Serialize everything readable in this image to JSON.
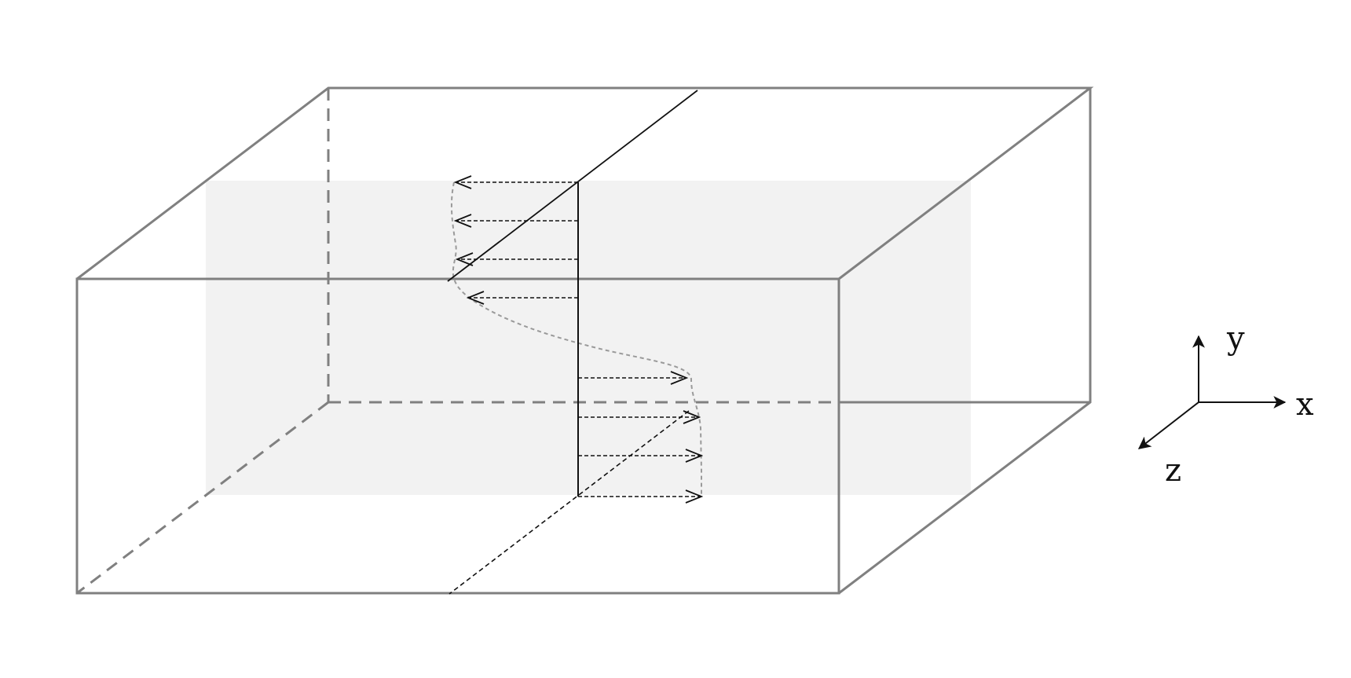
{
  "colors": {
    "background": "#ffffff",
    "box_edge": "#808080",
    "mid_plane_fill": "#f2f2f2",
    "ink": "#111111",
    "profile_curve": "#9a9a9a"
  },
  "axes": {
    "x_label": "x",
    "y_label": "y",
    "z_label": "z"
  }
}
